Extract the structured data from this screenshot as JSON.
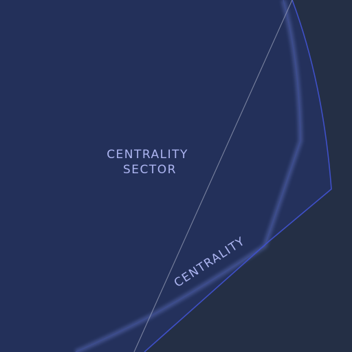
{
  "map": {
    "labels": {
      "sector_line1": "CENTRALITY",
      "sector_line2": "SECTOR",
      "district_curved": "CENTRALITY"
    },
    "colors": {
      "background": "#242f45",
      "sector_fill": "#23305a",
      "district_fill": "#253462",
      "boundary_stroke": "#3f50c8",
      "glow_edge": "#5a6cb8",
      "road": "#9aa0b8",
      "label_text": "#aeb6f2"
    }
  }
}
